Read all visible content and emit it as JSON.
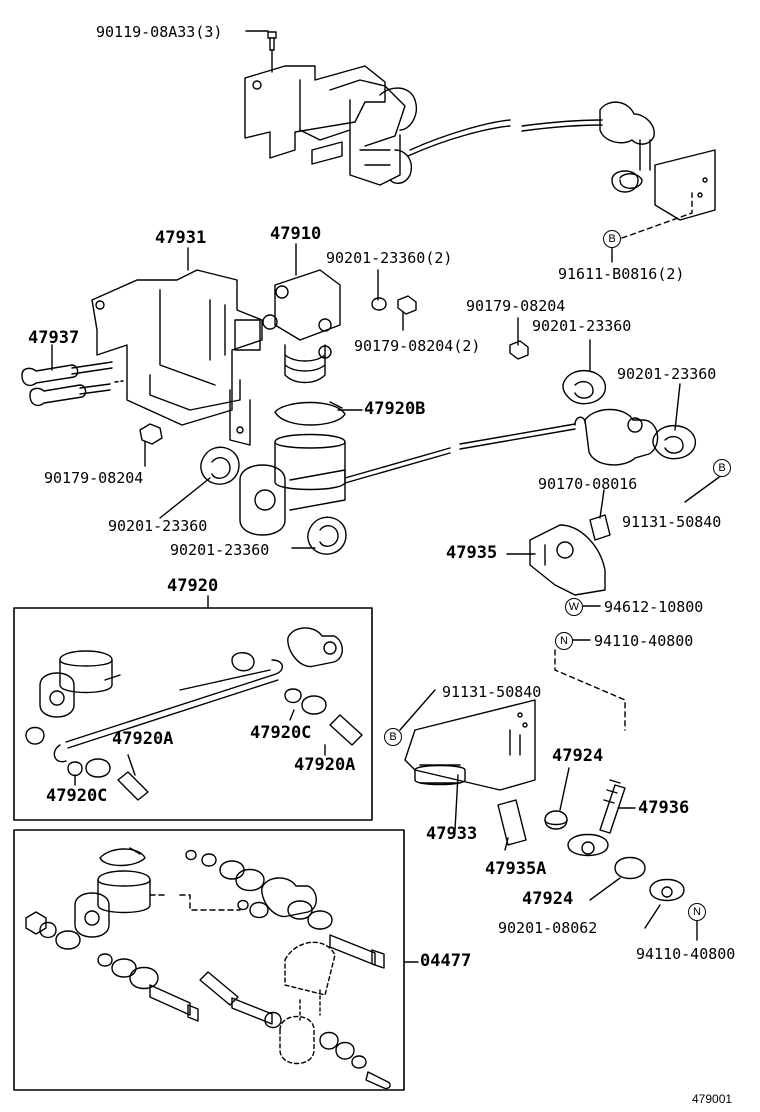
{
  "labels": {
    "p_90119_08A33": "90119-08A33(3)",
    "p_47931": "47931",
    "p_47910": "47910",
    "p_90201_23360_2": "90201-23360(2)",
    "p_91611_B0816": "91611-B0816(2)",
    "p_90179_08204_top": "90179-08204",
    "p_90201_23360_a": "90201-23360",
    "p_90179_08204_2": "90179-08204(2)",
    "p_47937": "47937",
    "p_90201_23360_b": "90201-23360",
    "p_47920B": "47920B",
    "p_90179_08204_left": "90179-08204",
    "p_90170_08016": "90170-08016",
    "p_91131_50840_a": "91131-50840",
    "p_90201_23360_c": "90201-23360",
    "p_90201_23360_d": "90201-23360",
    "p_47935": "47935",
    "p_94612_10800": "94612-10800",
    "p_94110_40800_a": "94110-40800",
    "p_47920": "47920",
    "p_91131_50840_b": "91131-50840",
    "p_47920A_a": "47920A",
    "p_47920C_a": "47920C",
    "p_47920A_b": "47920A",
    "p_47920C_b": "47920C",
    "p_47924_a": "47924",
    "p_47936": "47936",
    "p_47933": "47933",
    "p_47935A": "47935A",
    "p_47924_b": "47924",
    "p_90201_08062": "90201-08062",
    "p_94110_40800_b": "94110-40800",
    "p_04477": "04477",
    "figure_code": "479001"
  },
  "ref_markers": {
    "B1": "B",
    "B2": "B",
    "B3": "B",
    "W": "W",
    "N1": "N",
    "N2": "N"
  }
}
